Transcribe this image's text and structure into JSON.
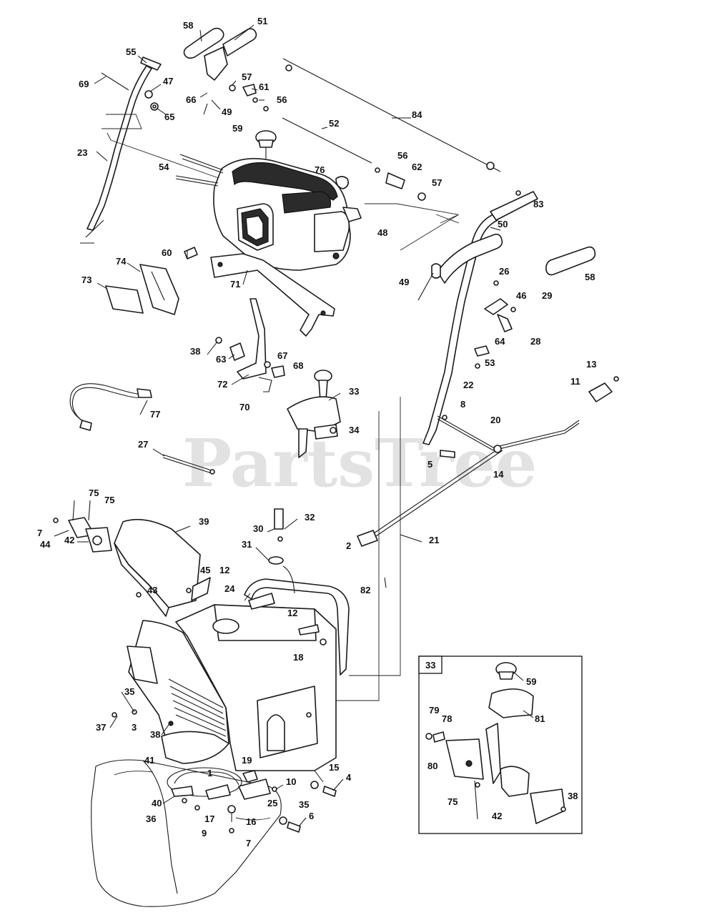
{
  "watermark": "PartsTree",
  "inset": {
    "tag": "33",
    "labels": [
      "59",
      "81",
      "79",
      "78",
      "80",
      "75",
      "42",
      "38"
    ]
  },
  "labels": [
    "58",
    "51",
    "55",
    "47",
    "69",
    "66",
    "57",
    "61",
    "56",
    "65",
    "49",
    "84",
    "52",
    "59",
    "23",
    "54",
    "56",
    "62",
    "76",
    "57",
    "83",
    "48",
    "60",
    "74",
    "73",
    "71",
    "50",
    "26",
    "58",
    "49",
    "46",
    "29",
    "28",
    "64",
    "53",
    "38",
    "63",
    "67",
    "68",
    "72",
    "70",
    "22",
    "33",
    "13",
    "11",
    "77",
    "8",
    "20",
    "34",
    "27",
    "5",
    "14",
    "75",
    "75",
    "7",
    "39",
    "44",
    "30",
    "32",
    "42",
    "21",
    "2",
    "31",
    "82",
    "45",
    "12",
    "43",
    "24",
    "12",
    "18",
    "35",
    "37",
    "3",
    "38",
    "41",
    "19",
    "1",
    "15",
    "4",
    "10",
    "40",
    "25",
    "35",
    "36",
    "17",
    "16",
    "6",
    "9",
    "7"
  ]
}
